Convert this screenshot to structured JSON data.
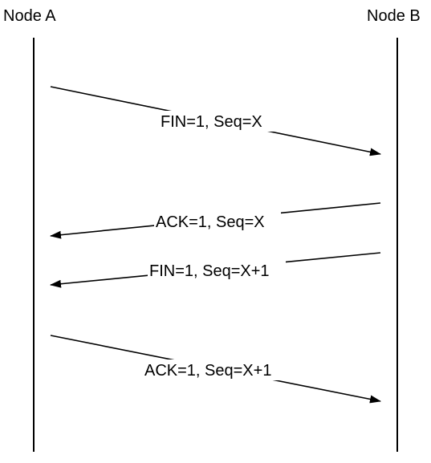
{
  "nodes": {
    "a": "Node A",
    "b": "Node B"
  },
  "messages": [
    {
      "label": "FIN=1, Seq=X",
      "from": "Node A",
      "to": "Node B"
    },
    {
      "label": "ACK=1, Seq=X",
      "from": "Node B",
      "to": "Node A"
    },
    {
      "label": "FIN=1, Seq=X+1",
      "from": "Node B",
      "to": "Node A"
    },
    {
      "label": "ACK=1, Seq=X+1",
      "from": "Node A",
      "to": "Node B"
    }
  ],
  "colors": {
    "stroke": "#000000",
    "background": "#ffffff"
  }
}
